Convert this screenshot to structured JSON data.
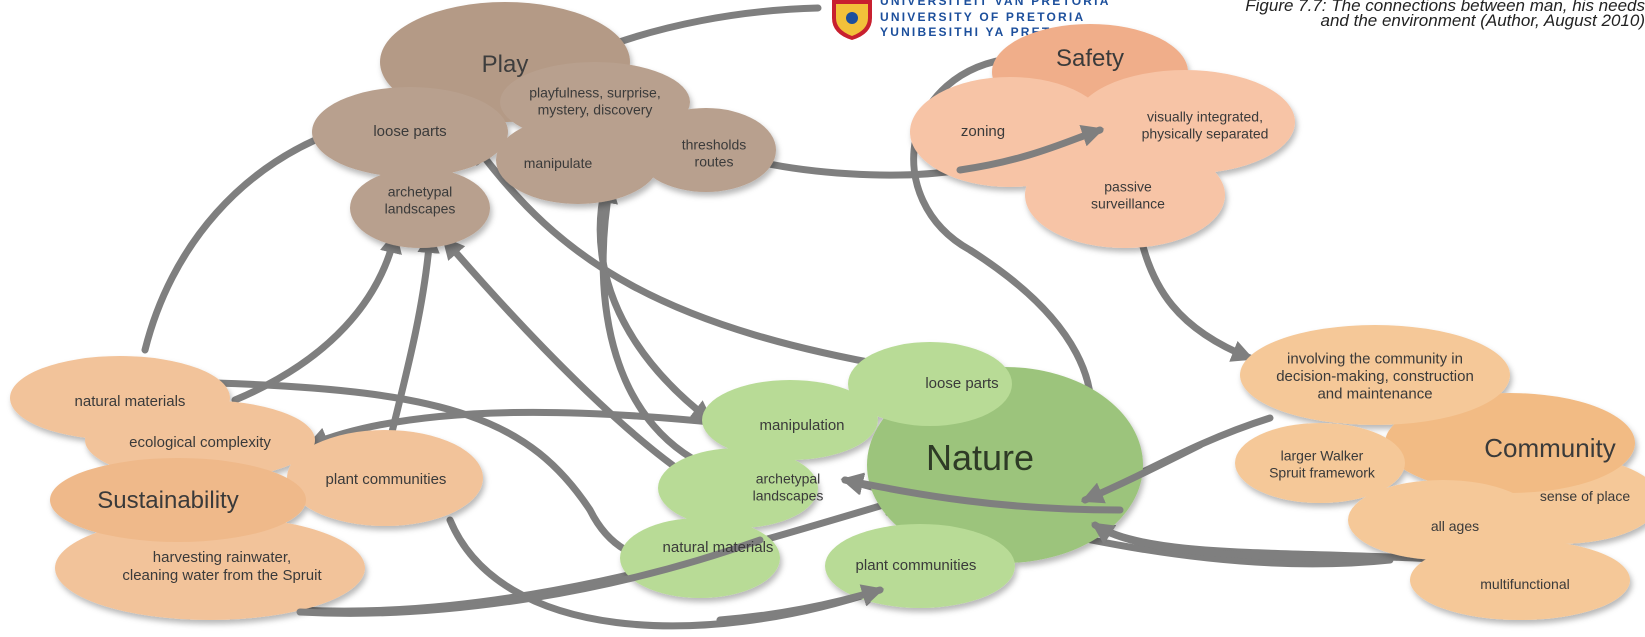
{
  "caption": {
    "line1": "Figure 7.7: The connections between man, his needs",
    "line2": "and the environment (Author, August 2010)"
  },
  "logo": {
    "line1": "UNIVERSITEIT VAN PRETORIA",
    "line2": "UNIVERSITY OF PRETORIA",
    "line3": "YUNIBESITHI YA PRETORIA"
  },
  "colors": {
    "play": "#b8a08e",
    "safety": "#f5bb9b",
    "community": "#f5c898",
    "sustainability": "#f2c08f",
    "nature": "#9dc47c",
    "nature_light": "#b8db96",
    "arrow": "#7f7f7f",
    "logo_blue": "#1c4f9c"
  },
  "nodes": {
    "play": "Play",
    "play_loose_parts": "loose parts",
    "play_playfulness": "playfulness, surprise,\nmystery, discovery",
    "play_manipulate": "manipulate",
    "play_thresholds": "thresholds\nroutes",
    "play_archetypal": "archetypal\nlandscapes",
    "safety": "Safety",
    "safety_zoning": "zoning",
    "safety_visually": "visually integrated,\nphysically separated",
    "safety_passive": "passive\nsurveillance",
    "nature": "Nature",
    "nature_loose_parts": "loose parts",
    "nature_manipulation": "manipulation",
    "nature_archetypal": "archetypal\nlandscapes",
    "nature_materials": "natural materials",
    "nature_plants": "plant communities",
    "sustainability": "Sustainability",
    "sus_materials": "natural materials",
    "sus_ecological": "ecological complexity",
    "sus_plants": "plant communities",
    "sus_rainwater": "harvesting rainwater,\ncleaning water from the Spruit",
    "community": "Community",
    "com_involving": "involving the community in\ndecision-making, construction\nand maintenance",
    "com_walker": "larger Walker\nSpruit framework",
    "com_sense": "sense of place",
    "com_ages": "all ages",
    "com_multi": "multifunctional"
  }
}
